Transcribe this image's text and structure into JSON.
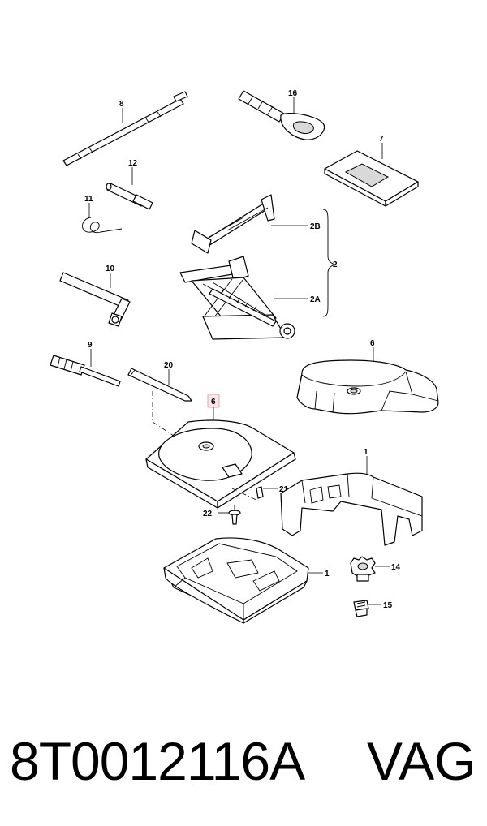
{
  "callouts": {
    "c8": "8",
    "c16": "16",
    "c7": "7",
    "c12": "12",
    "c11": "11",
    "c2B": "2B",
    "c2": "2",
    "c10": "10",
    "c2A": "2A",
    "c9": "9",
    "c20": "20",
    "c6_top": "6",
    "c6_box": "6",
    "c1_upper": "1",
    "c21": "21",
    "c22": "22",
    "c14": "14",
    "c1_lower": "1",
    "c15": "15"
  },
  "colors": {
    "highlight_box_border": "#e8a0a8",
    "highlight_box_fill": "#fbe6e9"
  },
  "footer": {
    "part_number": "8T0012116A",
    "brand": "VAG"
  }
}
